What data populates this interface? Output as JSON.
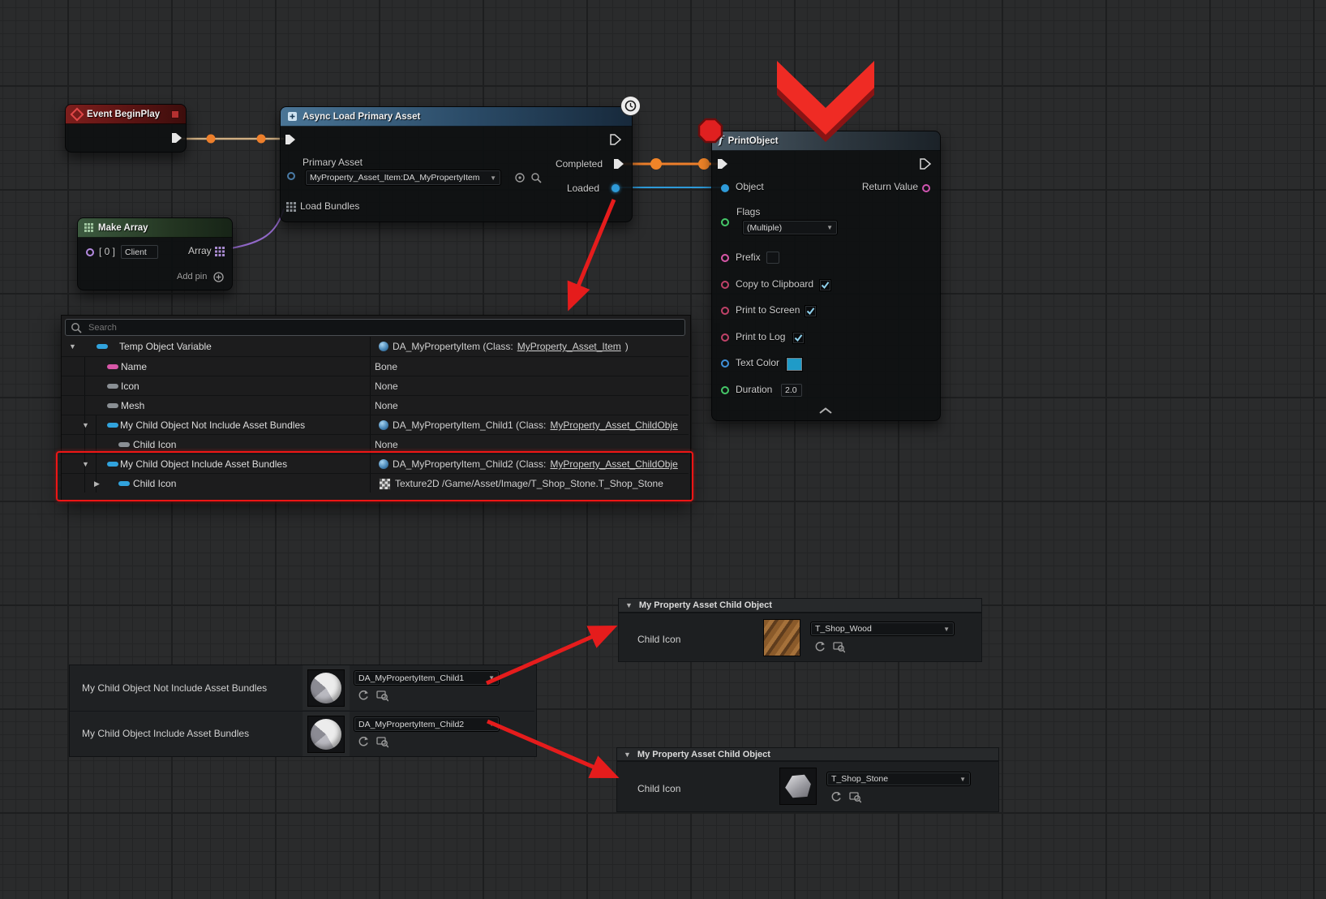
{
  "graph": {
    "event_begin_play": {
      "title": "Event BeginPlay"
    },
    "async_load": {
      "title": "Async Load Primary Asset",
      "primary_asset": {
        "label": "Primary Asset",
        "value": "MyProperty_Asset_Item:DA_MyPropertyItem"
      },
      "pins": {
        "completed": "Completed",
        "loaded": "Loaded",
        "load_bundles": "Load Bundles"
      }
    },
    "make_array": {
      "title": "Make Array",
      "element_label": "[ 0 ]",
      "element_value": "Client",
      "array_label": "Array",
      "add_pin": "Add pin"
    },
    "print_object": {
      "title": "PrintObject",
      "pins": {
        "object": "Object",
        "return_value": "Return Value",
        "flags": "Flags",
        "prefix": "Prefix",
        "copy_to_clipboard": "Copy to Clipboard",
        "print_to_screen": "Print to Screen",
        "print_to_log": "Print to Log",
        "text_color": "Text Color",
        "duration": "Duration"
      },
      "flags_value": "(Multiple)",
      "prefix_value": "",
      "duration_value": "2.0"
    }
  },
  "watch_panel": {
    "search_placeholder": "Search",
    "rows": [
      {
        "label": "Temp Object Variable",
        "icon": "asset-sphere-icon",
        "value_pre": "DA_MyPropertyItem (Class: ",
        "value_link": "MyProperty_Asset_Item",
        "value_post": " )"
      },
      {
        "label": "Name",
        "icon": "none",
        "value_pre": "Bone",
        "value_link": "",
        "value_post": ""
      },
      {
        "label": "Icon",
        "icon": "none",
        "value_pre": "None",
        "value_link": "",
        "value_post": ""
      },
      {
        "label": "Mesh",
        "icon": "none",
        "value_pre": "None",
        "value_link": "",
        "value_post": ""
      },
      {
        "label": "My Child Object Not Include Asset Bundles",
        "icon": "asset-sphere-icon",
        "value_pre": "DA_MyPropertyItem_Child1 (Class: ",
        "value_link": "MyProperty_Asset_ChildObje",
        "value_post": ""
      },
      {
        "label": "Child Icon",
        "icon": "none",
        "value_pre": "None",
        "value_link": "",
        "value_post": ""
      },
      {
        "label": "My Child Object Include Asset Bundles",
        "icon": "asset-sphere-icon",
        "value_pre": "DA_MyPropertyItem_Child2 (Class: ",
        "value_link": "MyProperty_Asset_ChildObje",
        "value_post": ""
      },
      {
        "label": "Child Icon",
        "icon": "texture-checker-icon",
        "value_pre": "Texture2D /Game/Asset/Image/T_Shop_Stone.T_Shop_Stone",
        "value_link": "",
        "value_post": ""
      }
    ]
  },
  "details": {
    "parent_rows": [
      {
        "label": "My Child Object Not Include Asset Bundles",
        "value": "DA_MyPropertyItem_Child1"
      },
      {
        "label": "My Child Object Include Asset Bundles",
        "value": "DA_MyPropertyItem_Child2"
      }
    ],
    "wood_panel": {
      "header": "My Property Asset Child Object",
      "row_label": "Child Icon",
      "asset_value": "T_Shop_Wood"
    },
    "stone_panel": {
      "header": "My Property Asset Child Object",
      "row_label": "Child Icon",
      "asset_value": "T_Shop_Stone"
    }
  },
  "colors": {
    "exec_wire": "#cfae82",
    "flow_wire": "#ed7f2b",
    "object_wire": "#2e9ad8",
    "array_wire": "#9168c8",
    "annotation_red": "#e51c1c",
    "pin_blue": "#31a3dd",
    "pin_pink": "#d857a8",
    "pin_gray": "#8a8f94",
    "pin_green": "#45c768",
    "pin_bool": "#bf4268"
  }
}
